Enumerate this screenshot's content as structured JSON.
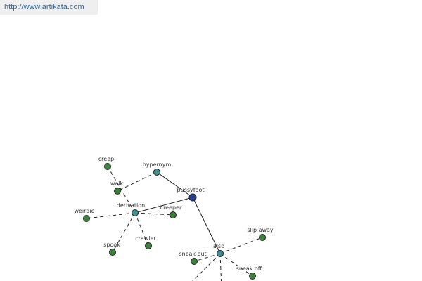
{
  "url": "http://www.artikata.com",
  "colors": {
    "leaf": "#3d7f3d",
    "hub": "#3f8f8f",
    "center": "#283c8c",
    "edge": "#222222"
  },
  "nodes": [
    {
      "id": "pussyfoot",
      "label": "pussyfoot",
      "kind": "center"
    },
    {
      "id": "hypernym",
      "label": "hypernym",
      "kind": "hub"
    },
    {
      "id": "derivation",
      "label": "derivation",
      "kind": "hub"
    },
    {
      "id": "also",
      "label": "also",
      "kind": "hub"
    },
    {
      "id": "walk",
      "label": "walk",
      "kind": "leaf"
    },
    {
      "id": "creep",
      "label": "creep",
      "kind": "leaf"
    },
    {
      "id": "weirdie",
      "label": "weirdie",
      "kind": "leaf"
    },
    {
      "id": "creeper",
      "label": "creeper",
      "kind": "leaf"
    },
    {
      "id": "spook",
      "label": "spook",
      "kind": "leaf"
    },
    {
      "id": "crawler",
      "label": "crawler",
      "kind": "leaf"
    },
    {
      "id": "slip-away",
      "label": "slip away",
      "kind": "leaf"
    },
    {
      "id": "sneak-out",
      "label": "sneak out",
      "kind": "leaf"
    },
    {
      "id": "sneak-off",
      "label": "sneak off",
      "kind": "leaf"
    }
  ],
  "edges": [
    {
      "from": "pussyfoot",
      "to": "hypernym",
      "style": "solid"
    },
    {
      "from": "pussyfoot",
      "to": "derivation",
      "style": "solid"
    },
    {
      "from": "pussyfoot",
      "to": "also",
      "style": "solid"
    },
    {
      "from": "hypernym",
      "to": "walk",
      "style": "dashed"
    },
    {
      "from": "derivation",
      "to": "creep",
      "style": "dashed"
    },
    {
      "from": "derivation",
      "to": "weirdie",
      "style": "dashed"
    },
    {
      "from": "derivation",
      "to": "creeper",
      "style": "dashed"
    },
    {
      "from": "derivation",
      "to": "spook",
      "style": "dashed"
    },
    {
      "from": "derivation",
      "to": "crawler",
      "style": "dashed"
    },
    {
      "from": "also",
      "to": "slip-away",
      "style": "dashed"
    },
    {
      "from": "also",
      "to": "sneak-out",
      "style": "dashed"
    },
    {
      "from": "also",
      "to": "sneak-off",
      "style": "dashed"
    },
    {
      "from": "also",
      "to": "offscreen-bottom",
      "style": "dashed"
    },
    {
      "from": "also",
      "to": "offscreen-bottom-left",
      "style": "dashed"
    }
  ]
}
